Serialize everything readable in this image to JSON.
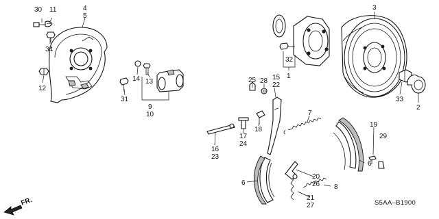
{
  "labels": {
    "l30": "30",
    "l11": "11",
    "l4": "4",
    "l5": "5",
    "l34": "34",
    "l12": "12",
    "l31": "31",
    "l14": "14",
    "l13": "13",
    "l9": "9",
    "l10": "10",
    "l32": "32",
    "l1": "1",
    "l3": "3",
    "l25": "25",
    "l28": "28",
    "l15": "15",
    "l22": "22",
    "l33": "33",
    "l2": "2",
    "l7": "7",
    "l17": "17",
    "l24": "24",
    "l18": "18",
    "l16": "16",
    "l23": "23",
    "l19": "19",
    "l29": "29",
    "l20": "20",
    "l26": "26",
    "l6a": "6",
    "l6b": "6",
    "l8": "8",
    "l21": "21",
    "l27": "27"
  },
  "diagram_code": "S5AA–B1900",
  "direction_label": "FR."
}
